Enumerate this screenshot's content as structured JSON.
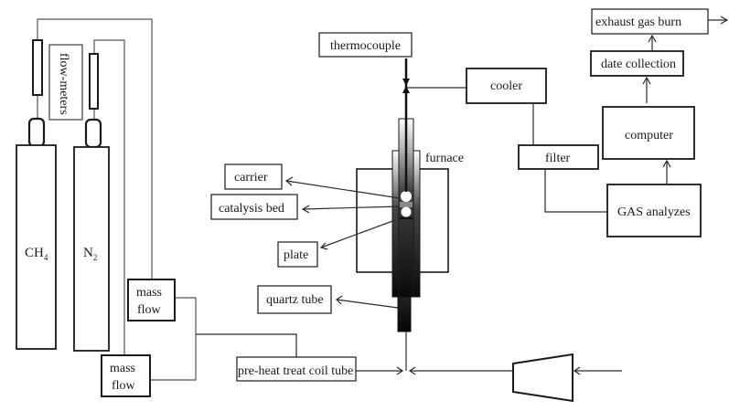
{
  "diagram": {
    "type": "experimental setup schematic",
    "colors": {
      "stroke": "#1a1a1a",
      "background": "#ffffff",
      "tube_dark": "#111111"
    },
    "labels": {
      "flow_meters": "flow-meters",
      "ch4": "CH",
      "ch4_sub": "4",
      "n2": "N",
      "n2_sub": "2",
      "mass_flow_1_line1": "mass",
      "mass_flow_1_line2": "flow",
      "mass_flow_2_line1": "mass",
      "mass_flow_2_line2": "flow",
      "thermocouple": "thermocouple",
      "furnace": "furnace",
      "carrier": "carrier",
      "catalysis_bed": "catalysis bed",
      "plate": "plate",
      "quartz_tube": "quartz tube",
      "preheat": "pre-heat treat coil tube",
      "cooler": "cooler",
      "filter": "filter",
      "computer": "computer",
      "gas_analyzes": "GAS analyzes",
      "date_collection": "date collection",
      "exhaust_gas_burn": "exhaust gas burn"
    },
    "flow": [
      "CH4 cylinder -> flow-meter -> mass flow",
      "N2 cylinder -> flow-meter -> mass flow",
      "mass flow -> pre-heat treat coil tube -> quartz tube",
      "pump -> quartz tube",
      "quartz tube (furnace) -> cooler -> filter -> GAS analyzes -> computer -> date collection -> exhaust gas burn"
    ]
  }
}
